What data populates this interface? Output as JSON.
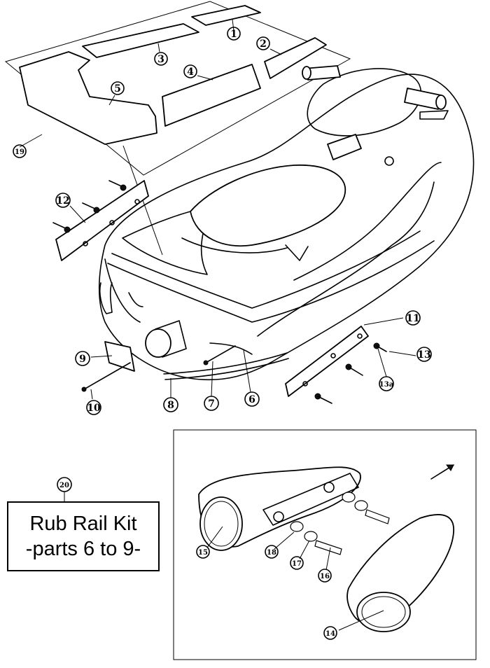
{
  "callouts": {
    "c1": "1",
    "c2": "2",
    "c3": "3",
    "c4": "4",
    "c5": "5",
    "c6": "6",
    "c7": "7",
    "c8": "8",
    "c9": "9",
    "c10": "10",
    "c11": "11",
    "c12": "12",
    "c13": "13",
    "c13a": "13a",
    "c14": "14",
    "c15": "15",
    "c16": "16",
    "c17": "17",
    "c18": "18",
    "c19": "19",
    "c20": "20"
  },
  "kit_box": {
    "line1": "Rub Rail Kit",
    "line2": "-parts 6 to 9-"
  },
  "colors": {
    "ink": "#000000",
    "paper": "#ffffff"
  }
}
